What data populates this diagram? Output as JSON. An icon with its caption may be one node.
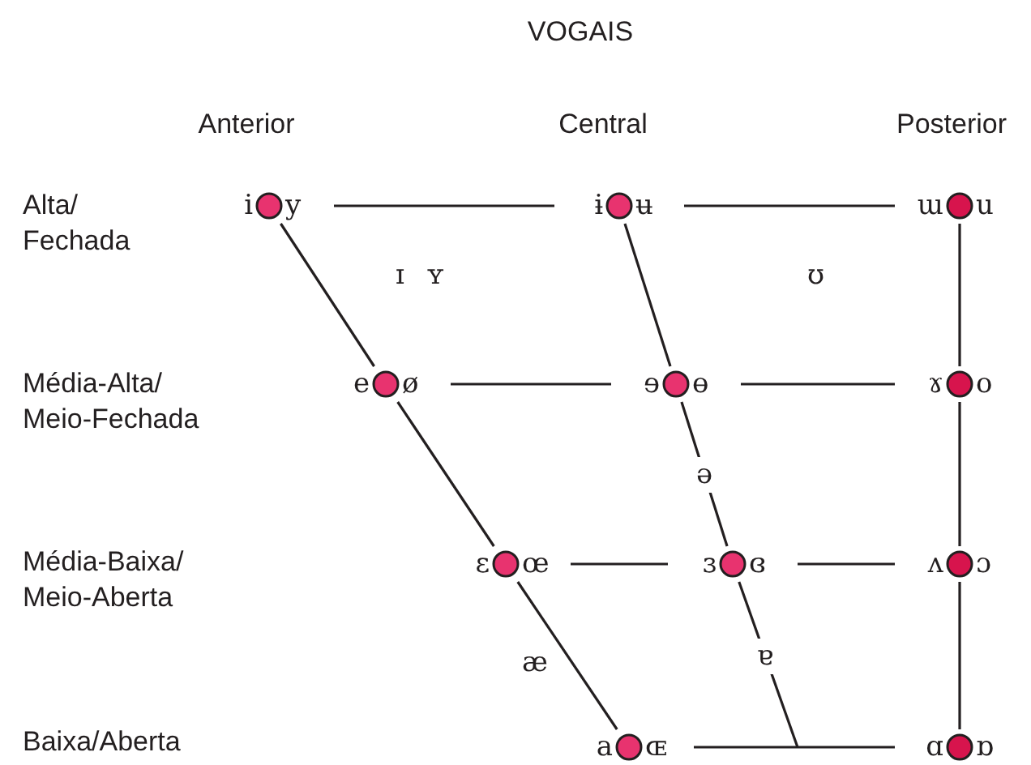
{
  "diagram": {
    "title": "VOGAIS",
    "nodes": [
      {
        "text": [
          "i",
          "y"
        ]
      },
      {
        "text": [
          "ɨ",
          "ʉ"
        ]
      },
      {
        "text": [
          "ɯ",
          "u"
        ]
      },
      {
        "text": [
          "e",
          "ø"
        ]
      },
      {
        "text": [
          "ɘ",
          "ɵ"
        ]
      },
      {
        "text": [
          "ɤ",
          "o"
        ]
      },
      {
        "text": [
          "ɛ",
          "œ"
        ]
      },
      {
        "text": [
          "ɜ",
          "ɞ"
        ]
      },
      {
        "text": [
          "ʌ",
          "ɔ"
        ]
      },
      {
        "text": [
          "a",
          "ɶ"
        ]
      },
      {
        "text": [
          "ɑ",
          "ɒ"
        ]
      }
    ],
    "edges": [
      {
        "from": 0,
        "to": 1,
        "arrow": "none"
      },
      {
        "from": 1,
        "to": 2,
        "arrow": "none"
      },
      {
        "from": 3,
        "to": 4,
        "arrow": "none"
      },
      {
        "from": 4,
        "to": 5,
        "arrow": "none"
      },
      {
        "from": 6,
        "to": 7,
        "arrow": "none"
      },
      {
        "from": 7,
        "to": 8,
        "arrow": "none"
      },
      {
        "from": 9,
        "to": 10,
        "arrow": "none"
      },
      {
        "from": 0,
        "to": 3,
        "arrow": "none"
      },
      {
        "from": 3,
        "to": 6,
        "arrow": "none"
      },
      {
        "from": 6,
        "to": 9,
        "arrow": "none"
      },
      {
        "from": 1,
        "to": 4,
        "arrow": "none"
      },
      {
        "from": 4,
        "to": 7,
        "arrow": "none",
        "label": "ə"
      },
      {
        "from": 7,
        "to": null,
        "arrow": "none",
        "label": "ɐ"
      },
      {
        "from": 2,
        "to": 5,
        "arrow": "none"
      },
      {
        "from": 5,
        "to": 8,
        "arrow": "none"
      },
      {
        "from": 8,
        "to": 10,
        "arrow": "none"
      }
    ],
    "labels": [
      "Anterior",
      "Central",
      "Posterior",
      "Alta/ Fechada",
      "ɪ",
      "ʏ",
      "ʊ",
      "Média-Alta/ Meio-Fechada",
      "Média-Baixa/ Meio-Aberta",
      "æ",
      "Baixa/Aberta"
    ]
  }
}
